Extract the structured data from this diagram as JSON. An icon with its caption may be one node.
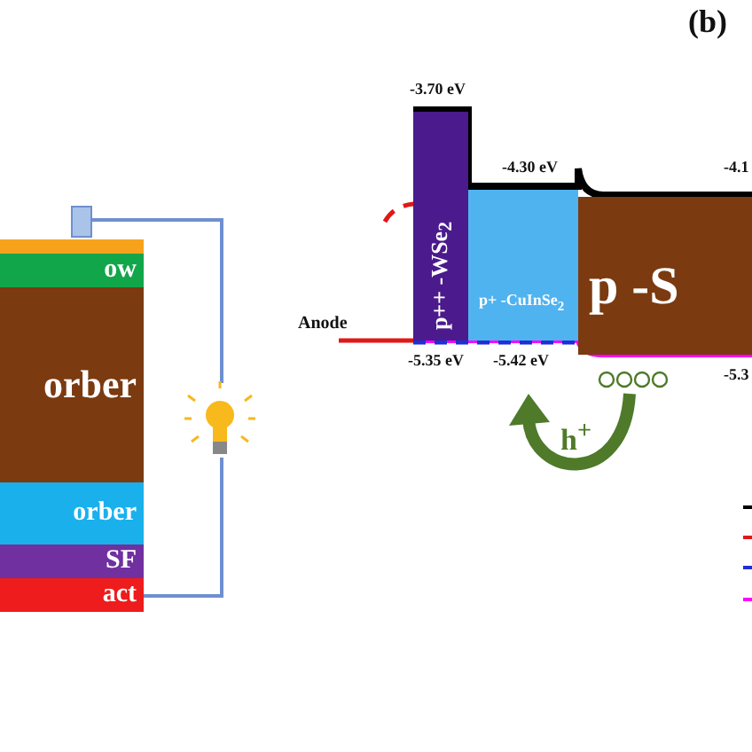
{
  "diagram": {
    "nodes": [
      {
        "text": [],
        "shape": "box"
      },
      {
        "text": [],
        "shape": "bar"
      },
      {
        "text": [
          "ow"
        ]
      },
      {
        "text": [
          "orber"
        ]
      },
      {
        "text": [
          "orber"
        ]
      },
      {
        "text": [
          "SF"
        ]
      },
      {
        "text": [
          "act"
        ]
      },
      {
        "text": [
          "p++ -WSe$_{2}$"
        ]
      },
      {
        "text": [
          "p+ -CuInSe$_{2}$"
        ]
      },
      {
        "text": [
          "p -S"
        ]
      },
      {
        "text": [],
        "shape": "picture"
      }
    ],
    "edges": [
      {
        "from": 0,
        "to": 10,
        "arrow": "none"
      },
      {
        "from": 10,
        "to": 6,
        "arrow": "none"
      }
    ],
    "labels": [
      "(b)",
      "-3.70 eV",
      "-4.30 eV",
      "-4.1",
      "Anode",
      "-5.35 eV",
      "-5.42 eV",
      "-5.3",
      "h$^{+}$"
    ]
  }
}
